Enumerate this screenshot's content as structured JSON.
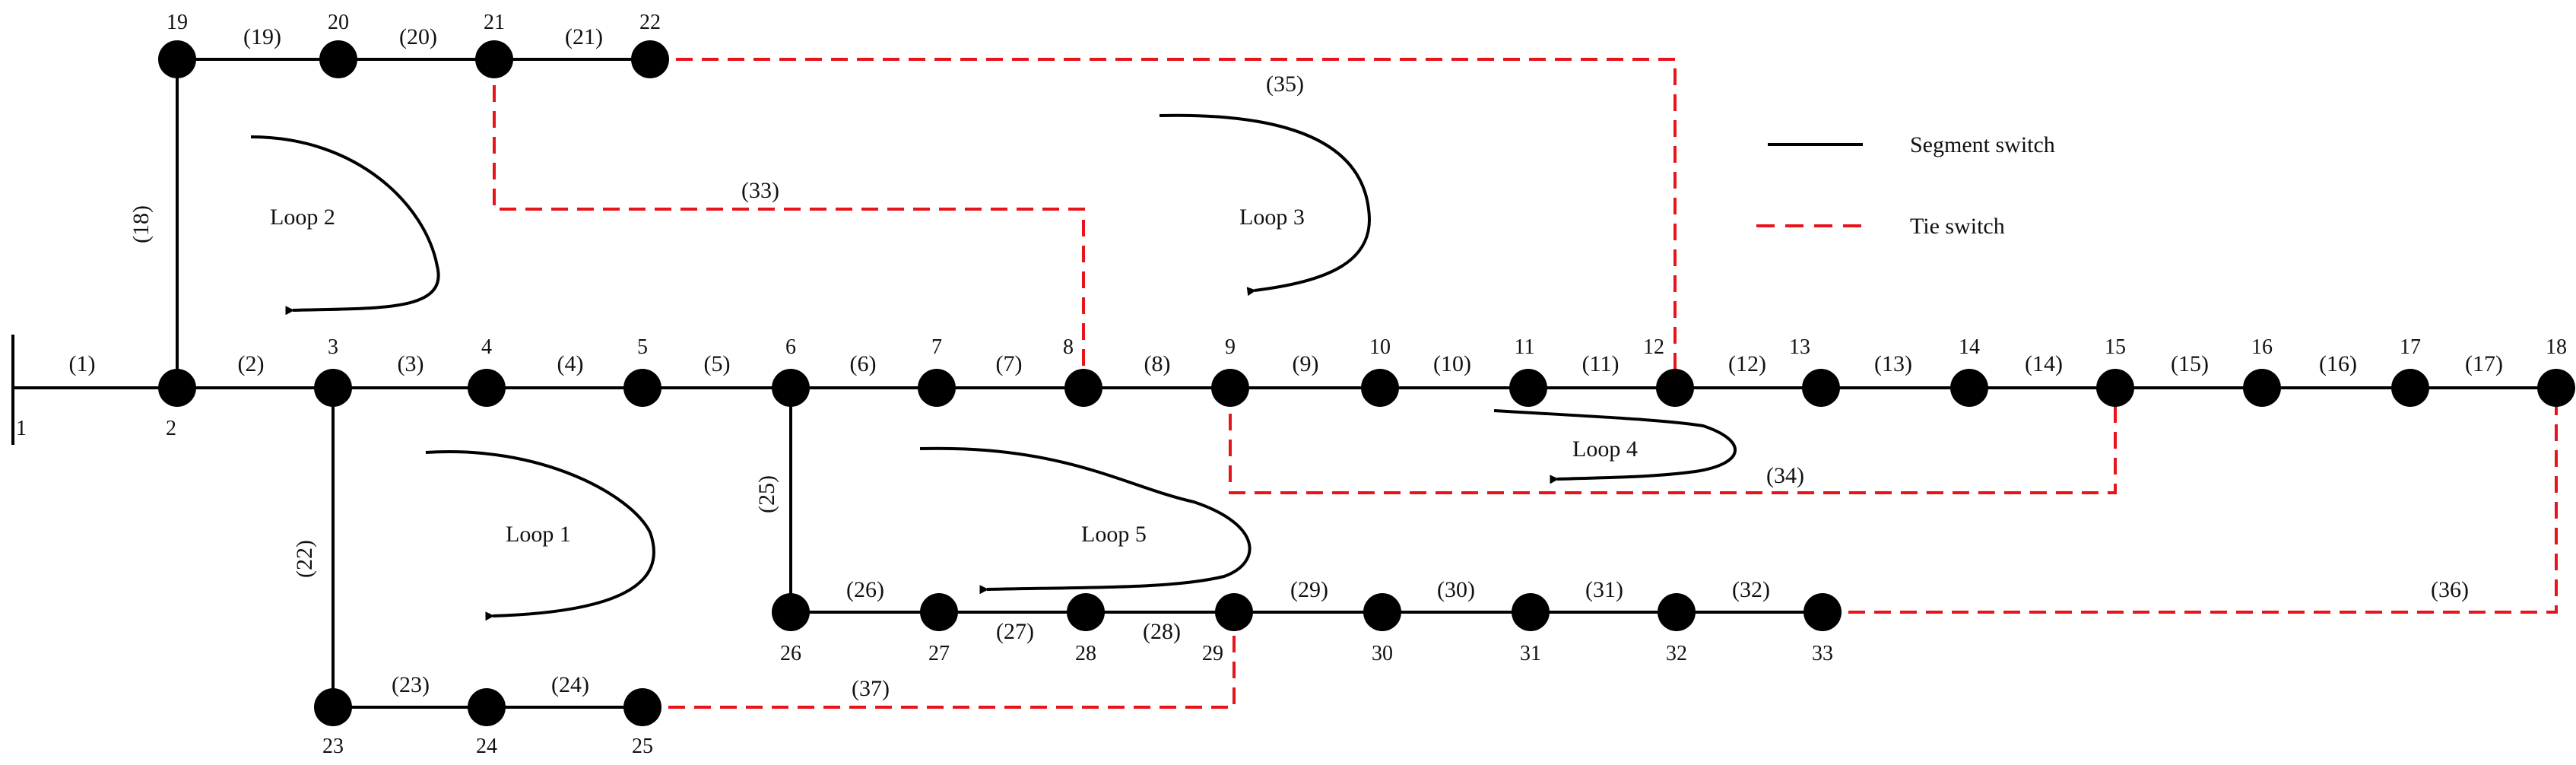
{
  "diagram": {
    "colors": {
      "segment": "#000000",
      "tie": "#e8141c",
      "node": "#000000"
    },
    "nodes": [
      "1",
      "2",
      "3",
      "4",
      "5",
      "6",
      "7",
      "8",
      "9",
      "10",
      "11",
      "12",
      "13",
      "14",
      "15",
      "16",
      "17",
      "18",
      "19",
      "20",
      "21",
      "22",
      "23",
      "24",
      "25",
      "26",
      "27",
      "28",
      "29",
      "30",
      "31",
      "32",
      "33"
    ],
    "segment_branches": [
      {
        "label": "(1)",
        "from": "1",
        "to": "2"
      },
      {
        "label": "(2)",
        "from": "2",
        "to": "3"
      },
      {
        "label": "(3)",
        "from": "3",
        "to": "4"
      },
      {
        "label": "(4)",
        "from": "4",
        "to": "5"
      },
      {
        "label": "(5)",
        "from": "5",
        "to": "6"
      },
      {
        "label": "(6)",
        "from": "6",
        "to": "7"
      },
      {
        "label": "(7)",
        "from": "7",
        "to": "8"
      },
      {
        "label": "(8)",
        "from": "8",
        "to": "9"
      },
      {
        "label": "(9)",
        "from": "9",
        "to": "10"
      },
      {
        "label": "(10)",
        "from": "10",
        "to": "11"
      },
      {
        "label": "(11)",
        "from": "11",
        "to": "12"
      },
      {
        "label": "(12)",
        "from": "12",
        "to": "13"
      },
      {
        "label": "(13)",
        "from": "13",
        "to": "14"
      },
      {
        "label": "(14)",
        "from": "14",
        "to": "15"
      },
      {
        "label": "(15)",
        "from": "15",
        "to": "16"
      },
      {
        "label": "(16)",
        "from": "16",
        "to": "17"
      },
      {
        "label": "(17)",
        "from": "17",
        "to": "18"
      },
      {
        "label": "(18)",
        "from": "2",
        "to": "19"
      },
      {
        "label": "(19)",
        "from": "19",
        "to": "20"
      },
      {
        "label": "(20)",
        "from": "20",
        "to": "21"
      },
      {
        "label": "(21)",
        "from": "21",
        "to": "22"
      },
      {
        "label": "(22)",
        "from": "3",
        "to": "23"
      },
      {
        "label": "(23)",
        "from": "23",
        "to": "24"
      },
      {
        "label": "(24)",
        "from": "24",
        "to": "25"
      },
      {
        "label": "(25)",
        "from": "6",
        "to": "26"
      },
      {
        "label": "(26)",
        "from": "26",
        "to": "27"
      },
      {
        "label": "(27)",
        "from": "27",
        "to": "28"
      },
      {
        "label": "(28)",
        "from": "28",
        "to": "29"
      },
      {
        "label": "(29)",
        "from": "29",
        "to": "30"
      },
      {
        "label": "(30)",
        "from": "30",
        "to": "31"
      },
      {
        "label": "(31)",
        "from": "31",
        "to": "32"
      },
      {
        "label": "(32)",
        "from": "32",
        "to": "33"
      }
    ],
    "tie_branches": [
      {
        "label": "(33)",
        "from": "21",
        "to": "8"
      },
      {
        "label": "(34)",
        "from": "9",
        "to": "15"
      },
      {
        "label": "(35)",
        "from": "22",
        "to": "12"
      },
      {
        "label": "(36)",
        "from": "18",
        "to": "33"
      },
      {
        "label": "(37)",
        "from": "25",
        "to": "29"
      }
    ],
    "loops": [
      "Loop 1",
      "Loop 2",
      "Loop 3",
      "Loop 4",
      "Loop 5"
    ],
    "legend": {
      "segment_label": "Segment switch",
      "tie_label": "Tie switch"
    }
  }
}
